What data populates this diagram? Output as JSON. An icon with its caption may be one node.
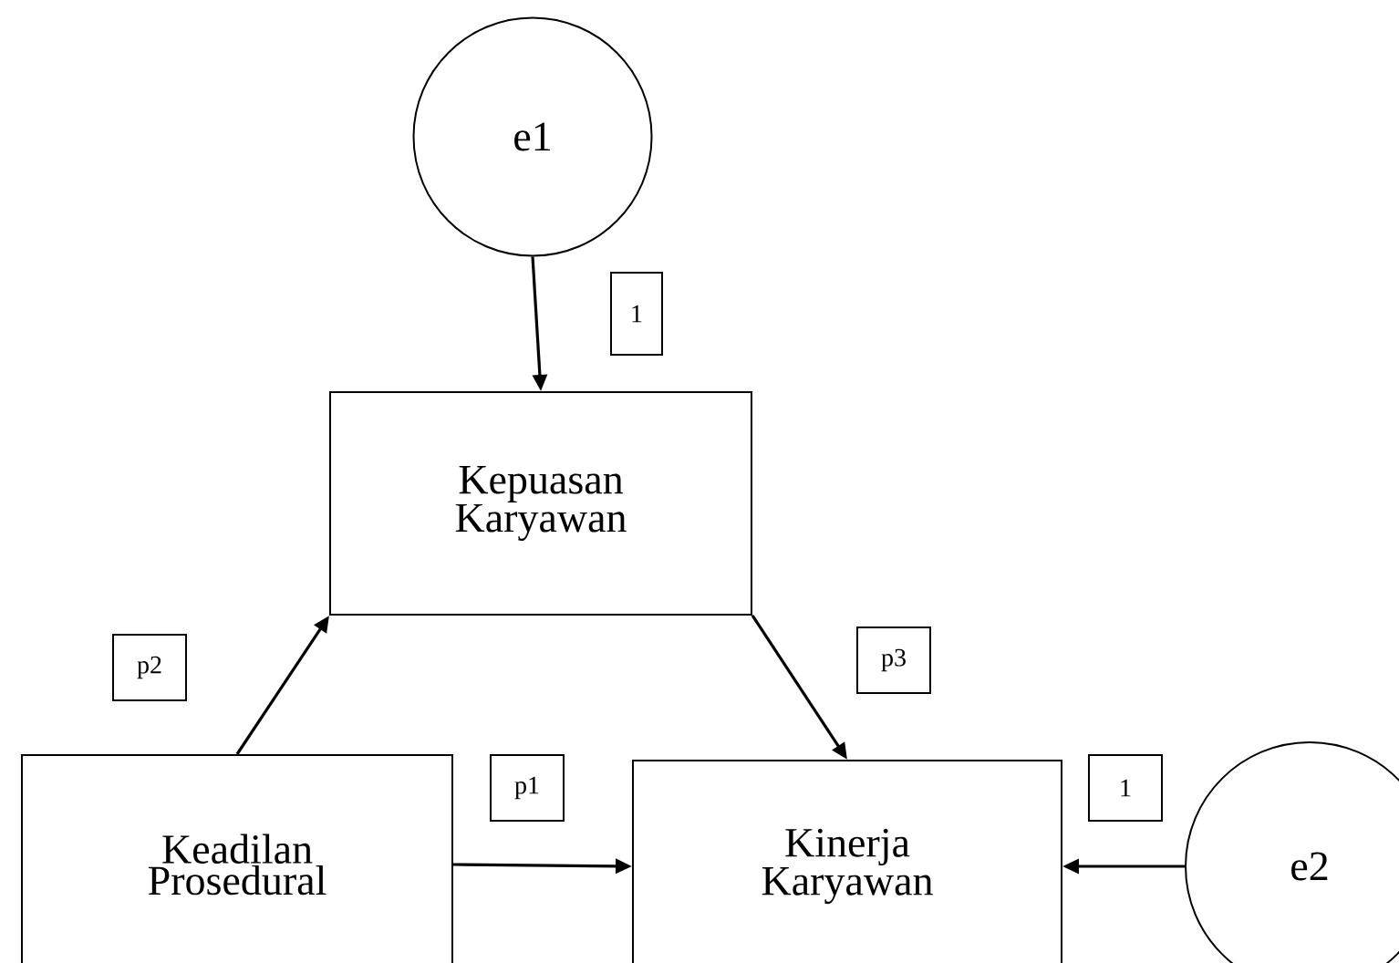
{
  "diagram": {
    "nodes": [
      {
        "text": [
          "e1"
        ]
      },
      {
        "text": [
          "Kepuasan Karyawan"
        ]
      },
      {
        "text": [
          "Keadilan Prosedural"
        ]
      },
      {
        "text": [
          "Kinerja Karyawan"
        ]
      },
      {
        "text": [
          "e2"
        ]
      }
    ],
    "edges": [
      {
        "from": 0,
        "to": 1,
        "arrow": "to",
        "label": "1"
      },
      {
        "from": 2,
        "to": 1,
        "arrow": "to",
        "label": "p2"
      },
      {
        "from": 1,
        "to": 3,
        "arrow": "to",
        "label": "p3"
      },
      {
        "from": 2,
        "to": 3,
        "arrow": "to",
        "label": "p1"
      },
      {
        "from": 4,
        "to": 3,
        "arrow": "to",
        "label": "1"
      }
    ]
  }
}
